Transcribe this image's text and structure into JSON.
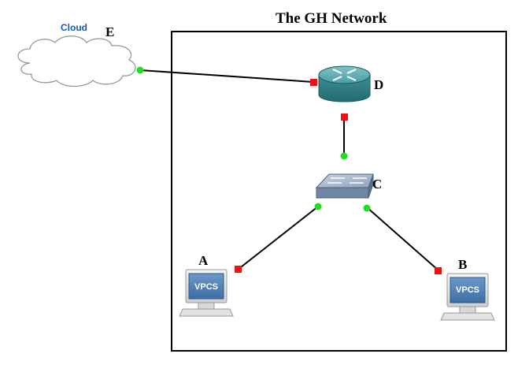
{
  "network": {
    "title": "The GH Network"
  },
  "nodes": {
    "cloud": {
      "label": "E",
      "text": "Cloud"
    },
    "router": {
      "label": "D"
    },
    "switch": {
      "label": "C"
    },
    "pc_a": {
      "label": "A",
      "screen_text": "VPCS"
    },
    "pc_b": {
      "label": "B",
      "screen_text": "VPCS"
    }
  },
  "colors": {
    "link_up": "#22dd22",
    "link_down": "#ee1111",
    "cloud_text": "#1155cc",
    "router_body": "#3a8f95",
    "switch_body": "#6f86a4",
    "screen": "#4f7fb3"
  },
  "links": [
    {
      "from": "cloud",
      "to": "router",
      "from_status": "up",
      "to_status": "down"
    },
    {
      "from": "router",
      "to": "switch",
      "from_status": "down",
      "to_status": "up"
    },
    {
      "from": "switch",
      "to": "pc_a",
      "from_status": "up",
      "to_status": "down"
    },
    {
      "from": "switch",
      "to": "pc_b",
      "from_status": "up",
      "to_status": "down"
    }
  ]
}
